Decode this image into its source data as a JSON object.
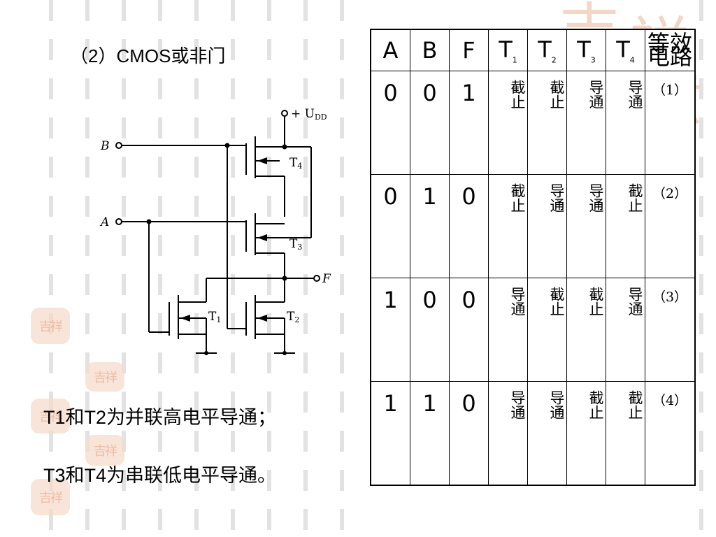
{
  "title": "（2）CMOS或非门",
  "circuit": {
    "vdd": "+ U",
    "vdd_sub": "DD",
    "input_b": "B",
    "input_a": "A",
    "output": "F",
    "t1": "T",
    "t1_sub": "1",
    "t2": "T",
    "t2_sub": "2",
    "t3": "T",
    "t3_sub": "3",
    "t4": "T",
    "t4_sub": "4"
  },
  "table": {
    "headers": [
      "A",
      "B",
      "F"
    ],
    "t_headers": [
      {
        "main": "T",
        "sub": "1"
      },
      {
        "main": "T",
        "sub": "2"
      },
      {
        "main": "T",
        "sub": "3"
      },
      {
        "main": "T",
        "sub": "4"
      }
    ],
    "eq_header_line1": "等效",
    "eq_header_line2": "电路",
    "rows": [
      {
        "a": "0",
        "b": "0",
        "f": "1",
        "t1": "截止",
        "t2": "截止",
        "t3": "导通",
        "t4": "导通",
        "eq": "（1）"
      },
      {
        "a": "0",
        "b": "1",
        "f": "0",
        "t1": "截止",
        "t2": "导通",
        "t3": "导通",
        "t4": "截止",
        "eq": "（2）"
      },
      {
        "a": "1",
        "b": "0",
        "f": "0",
        "t1": "导通",
        "t2": "截止",
        "t3": "截止",
        "t4": "导通",
        "eq": "（3）"
      },
      {
        "a": "1",
        "b": "1",
        "f": "0",
        "t1": "导通",
        "t2": "导通",
        "t3": "截止",
        "t4": "截止",
        "eq": "（4）"
      }
    ]
  },
  "notes": [
    "T1和T2为并联高电平导通；",
    "T3和T4为串联低电平导通。"
  ],
  "decor": {
    "seal_text": "吉祥如意",
    "accent": "#f1cdb8"
  }
}
